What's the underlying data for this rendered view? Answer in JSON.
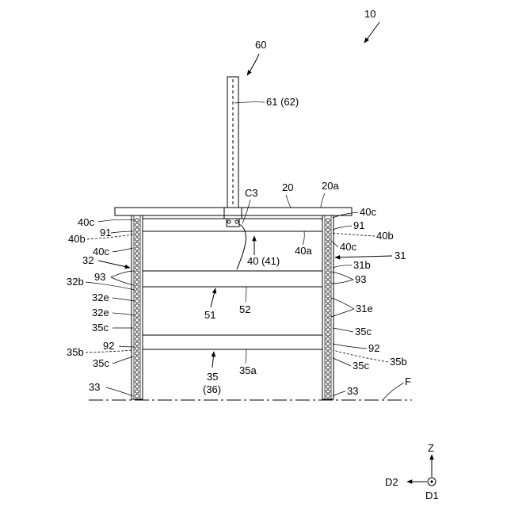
{
  "labels": {
    "ref_10": "10",
    "ref_60": "60",
    "ref_61_62": "61 (62)",
    "ref_20": "20",
    "ref_20a": "20a",
    "ref_C3": "C3",
    "ref_40c_top_left": "40c",
    "ref_40c_top_right": "40c",
    "ref_91_left": "91",
    "ref_91_right": "91",
    "ref_40b_left": "40b",
    "ref_40b_right": "40b",
    "ref_40c_mid_left": "40c",
    "ref_40c_mid_right": "40c",
    "ref_40_41": "40 (41)",
    "ref_40a": "40a",
    "ref_32": "32",
    "ref_31": "31",
    "ref_31b": "31b",
    "ref_93_left": "93",
    "ref_93_right": "93",
    "ref_32b": "32b",
    "ref_32e_1": "32e",
    "ref_32e_2": "32e",
    "ref_31e": "31e",
    "ref_51": "51",
    "ref_52": "52",
    "ref_35c_left_1": "35c",
    "ref_35c_right_1": "35c",
    "ref_92_left": "92",
    "ref_92_right": "92",
    "ref_35b_left": "35b",
    "ref_35b_right": "35b",
    "ref_35c_left_2": "35c",
    "ref_35c_right_2": "35c",
    "ref_35": "35",
    "ref_36": "(36)",
    "ref_35a": "35a",
    "ref_33_left": "33",
    "ref_33_right": "33",
    "ref_F": "F"
  },
  "axes": {
    "z": "Z",
    "d2": "D2",
    "d1": "D1"
  }
}
